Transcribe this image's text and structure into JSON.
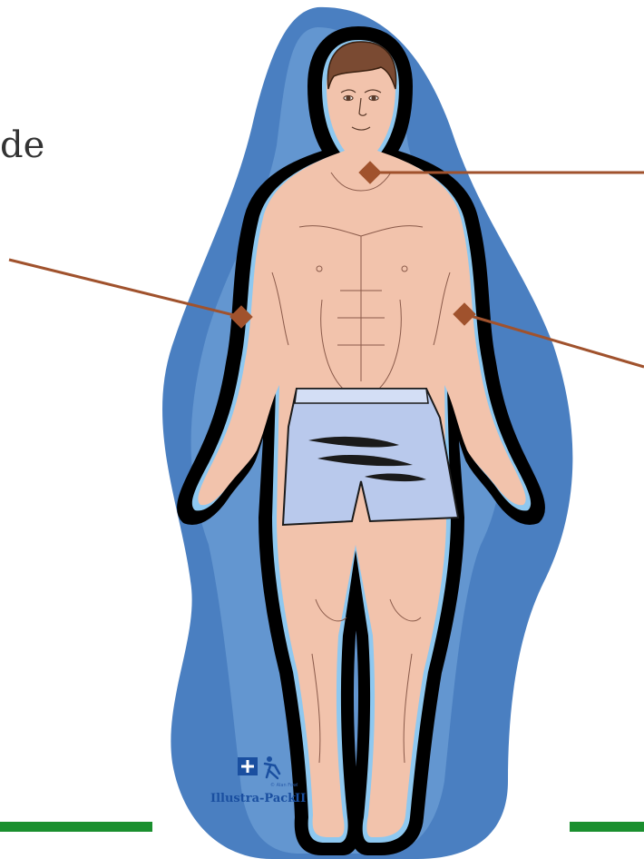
{
  "fragments": {
    "left_text": "de"
  },
  "logo": {
    "brand": "Illustra-Pack",
    "roman": "II",
    "credit": "© Alan Fowl"
  },
  "colors": {
    "aura_outer": "#4a7fc1",
    "aura_inner": "#7fb3e0",
    "skin": "#f2c3ac",
    "shorts": "#b9c9ec",
    "hair": "#7a4a32",
    "leader": "#a0522d",
    "green_bar": "#1a8f2e"
  },
  "markers": [
    "neck-marker",
    "right-arm-marker",
    "left-arm-marker"
  ],
  "icons": {
    "logo": "runner-with-cross-icon"
  }
}
